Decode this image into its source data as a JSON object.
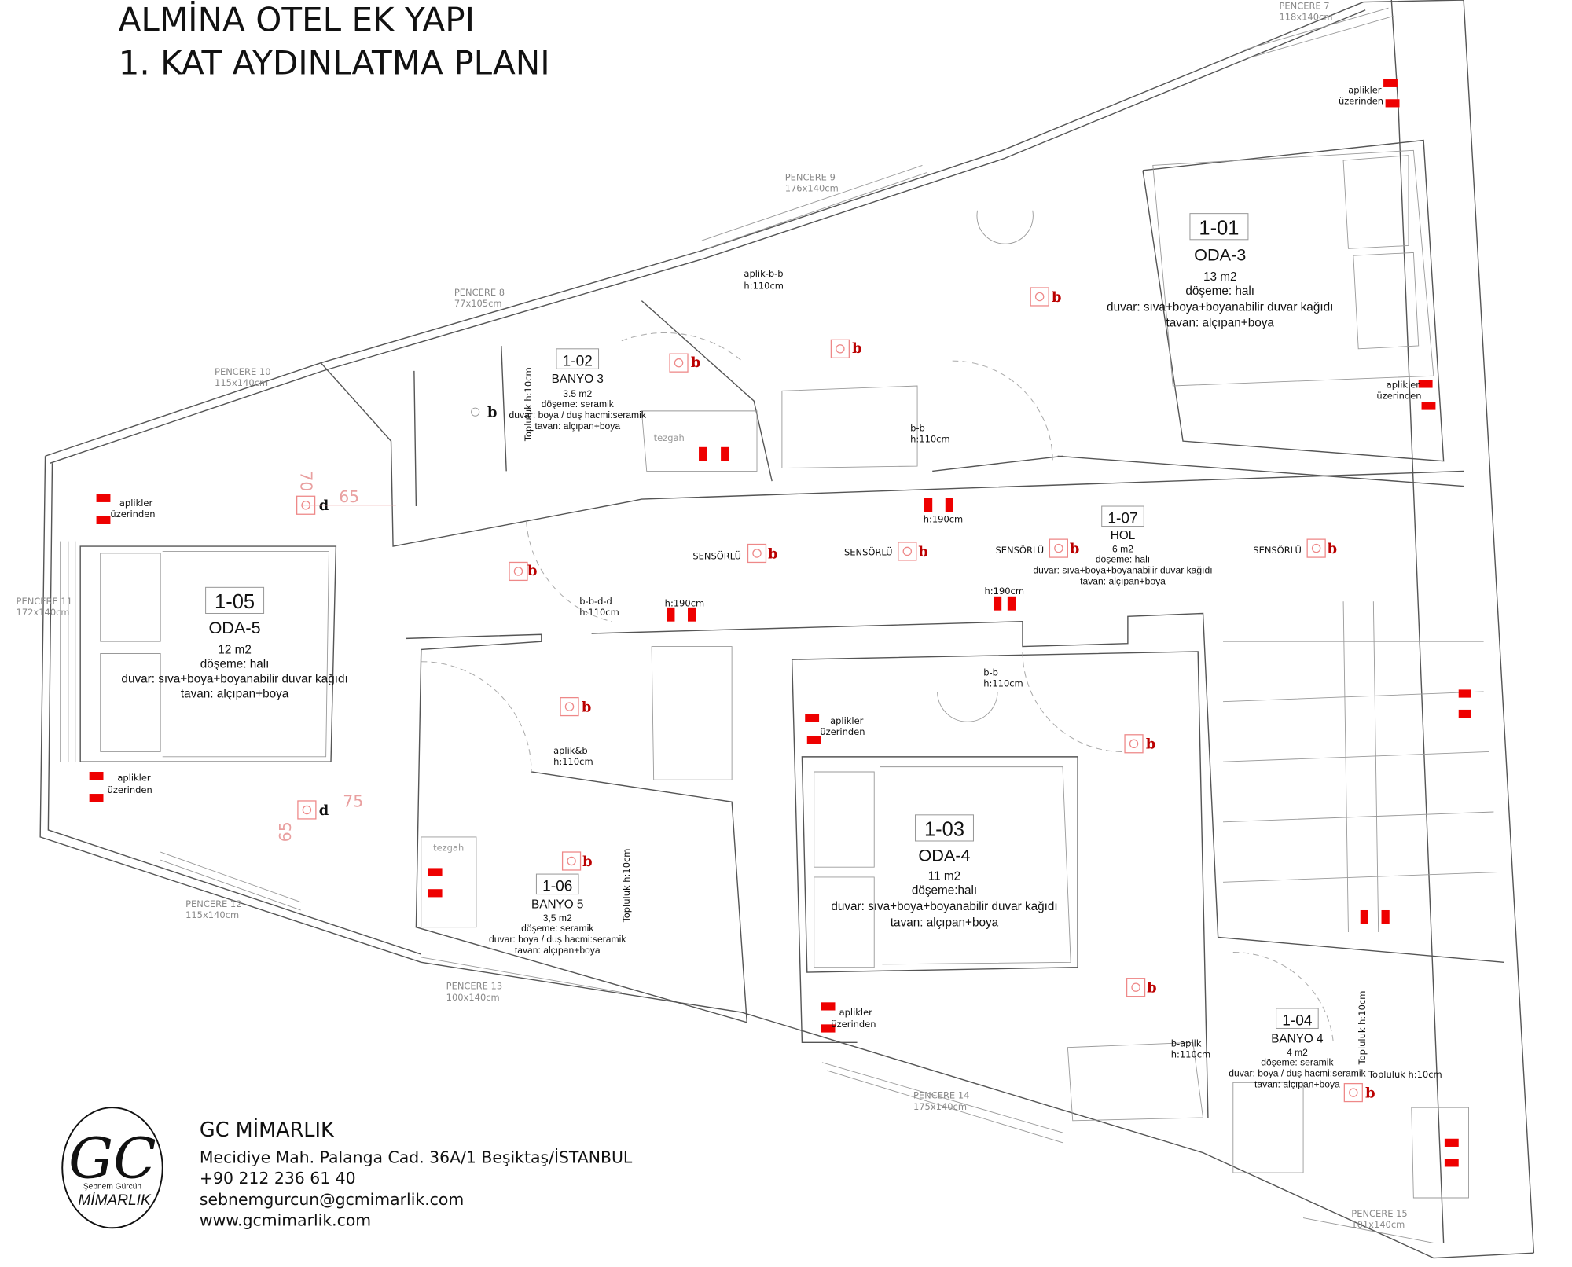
{
  "title": {
    "line1": "ALMİNA OTEL EK YAPI",
    "line2": "1. KAT AYDINLATMA PLANI"
  },
  "colors": {
    "fixture_red": "#e00000",
    "lamp_pink": "#e88888",
    "wall_grey": "#555555"
  },
  "rooms": [
    {
      "id": "1-01",
      "name": "ODA-3",
      "area": "13 m2",
      "floor": "döşeme: halı",
      "wall": "duvar: sıva+boya+boyanabilir duvar kağıdı",
      "ceiling": "tavan: alçıpan+boya"
    },
    {
      "id": "1-02",
      "name": "BANYO 3",
      "area": "3.5 m2",
      "floor": "döşeme: seramik",
      "wall": "duvar: boya / duş hacmi:seramik",
      "ceiling": "tavan: alçıpan+boya"
    },
    {
      "id": "1-05",
      "name": "ODA-5",
      "area": "12 m2",
      "floor": "döşeme: halı",
      "wall": "duvar: sıva+boya+boyanabilir duvar kağıdı",
      "ceiling": "tavan: alçıpan+boya"
    },
    {
      "id": "1-07",
      "name": "HOL",
      "area": "6 m2",
      "floor": "döşeme: halı",
      "wall": "duvar: sıva+boya+boyanabilir duvar kağıdı",
      "ceiling": "tavan: alçıpan+boya"
    },
    {
      "id": "1-03",
      "name": "ODA-4",
      "area": "11 m2",
      "floor": "döşeme:halı",
      "wall": "duvar: sıva+boya+boyanabilir duvar kağıdı",
      "ceiling": "tavan: alçıpan+boya"
    },
    {
      "id": "1-06",
      "name": "BANYO 5",
      "area": "3,5 m2",
      "floor": "döşeme: seramik",
      "wall": "duvar: boya / duş hacmi:seramik",
      "ceiling": "tavan: alçıpan+boya"
    },
    {
      "id": "1-04",
      "name": "BANYO 4",
      "area": "4 m2",
      "floor": "döşeme: seramik",
      "wall": "duvar: boya / duş hacmi:seramik",
      "ceiling": "tavan: alçıpan+boya"
    }
  ],
  "windows": [
    {
      "name": "PENCERE 7",
      "size": "118x140cm"
    },
    {
      "name": "PENCERE 9",
      "size": "176x140cm"
    },
    {
      "name": "PENCERE 8",
      "size": "77x105cm"
    },
    {
      "name": "PENCERE 10",
      "size": "115x140cm"
    },
    {
      "name": "PENCERE 11",
      "size": "172x140cm"
    },
    {
      "name": "PENCERE 12",
      "size": "115x140cm"
    },
    {
      "name": "PENCERE 13",
      "size": "100x140cm"
    },
    {
      "name": "PENCERE 14",
      "size": "175x140cm"
    },
    {
      "name": "PENCERE 15",
      "size": "101x140cm"
    }
  ],
  "annotations": {
    "aplikler": "aplikler",
    "uzerinden": "üzerinden",
    "sensorlu": "SENSÖRLÜ",
    "aplik_b_b": "aplik-b-b",
    "b_b": "b-b",
    "b_b_d_d": "b-b-d-d",
    "aplik_and_b": "aplik&b",
    "b_aplik": "b-aplik",
    "h110": "h:110cm",
    "h190": "h:190cm",
    "topluluk": "Topluluk h:10cm",
    "tezgah": "tezgah"
  },
  "lamp_codes": {
    "b": "b",
    "d": "d"
  },
  "dimensions": [
    "65",
    "70",
    "75",
    "65"
  ],
  "company": {
    "name": "GC MİMARLIK",
    "address": "Mecidiye Mah. Palanga Cad. 36A/1 Beşiktaş/İSTANBUL",
    "phone": "+90 212 236 61 40",
    "email": "sebnemgurcun@gcmimarlik.com",
    "web": "www.gcmimarlik.com",
    "logo": {
      "initials": "GC",
      "person": "Şebnem Gürcün",
      "firm": "MİMARLIK"
    }
  }
}
